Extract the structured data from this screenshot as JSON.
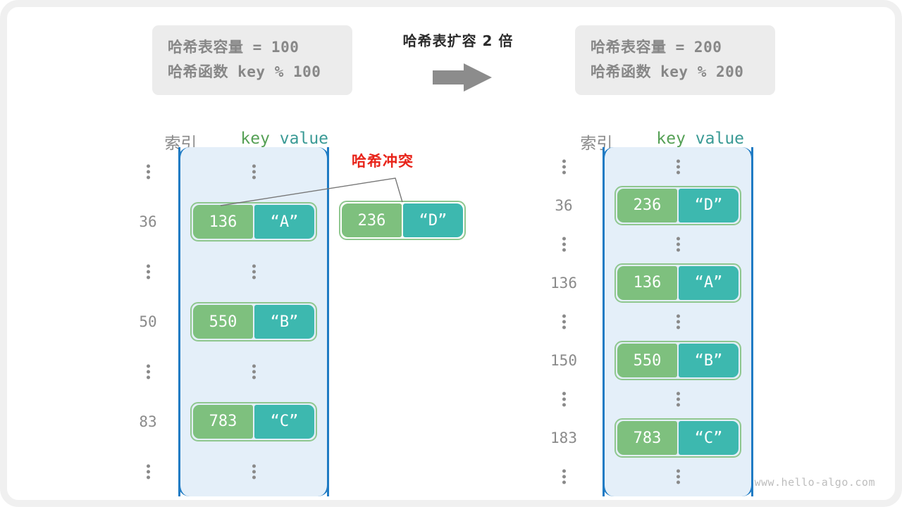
{
  "before": {
    "capacity_line": "哈希表容量 = 100",
    "function_line": "哈希函数 key % 100"
  },
  "after": {
    "capacity_line": "哈希表容量 = 200",
    "function_line": "哈希函数 key % 200"
  },
  "transition": {
    "caption": "哈希表扩容 2 倍",
    "arrow_icon": "right-arrow-icon"
  },
  "headers": {
    "index": "索引",
    "key": "key",
    "value": "value"
  },
  "collision": {
    "label": "哈希冲突",
    "color": "#e8241a"
  },
  "left_table": {
    "rows": [
      {
        "index": "⋮",
        "type": "ellipsis"
      },
      {
        "index": "36",
        "type": "entry",
        "key": "136",
        "value": "“A”"
      },
      {
        "index": "⋮",
        "type": "ellipsis"
      },
      {
        "index": "50",
        "type": "entry",
        "key": "550",
        "value": "“B”"
      },
      {
        "index": "⋮",
        "type": "ellipsis"
      },
      {
        "index": "83",
        "type": "entry",
        "key": "783",
        "value": "“C”"
      },
      {
        "index": "⋮",
        "type": "ellipsis"
      }
    ]
  },
  "floating_pair": {
    "key": "236",
    "value": "“D”"
  },
  "right_table": {
    "rows": [
      {
        "index": "⋮",
        "type": "ellipsis"
      },
      {
        "index": "36",
        "type": "entry",
        "key": "236",
        "value": "“D”"
      },
      {
        "index": "⋮",
        "type": "ellipsis"
      },
      {
        "index": "136",
        "type": "entry",
        "key": "136",
        "value": "“A”"
      },
      {
        "index": "⋮",
        "type": "ellipsis"
      },
      {
        "index": "150",
        "type": "entry",
        "key": "550",
        "value": "“B”"
      },
      {
        "index": "⋮",
        "type": "ellipsis"
      },
      {
        "index": "183",
        "type": "entry",
        "key": "783",
        "value": "“C”"
      },
      {
        "index": "⋮",
        "type": "ellipsis"
      }
    ]
  },
  "watermark": "www.hello-algo.com",
  "colors": {
    "key_cell": "#7ec07e",
    "value_cell": "#3db8af",
    "bucket_fill": "#e4eff9",
    "bucket_border": "#1f7bc4",
    "pair_border": "#8fc78f",
    "muted_text": "#8a8a8a"
  }
}
